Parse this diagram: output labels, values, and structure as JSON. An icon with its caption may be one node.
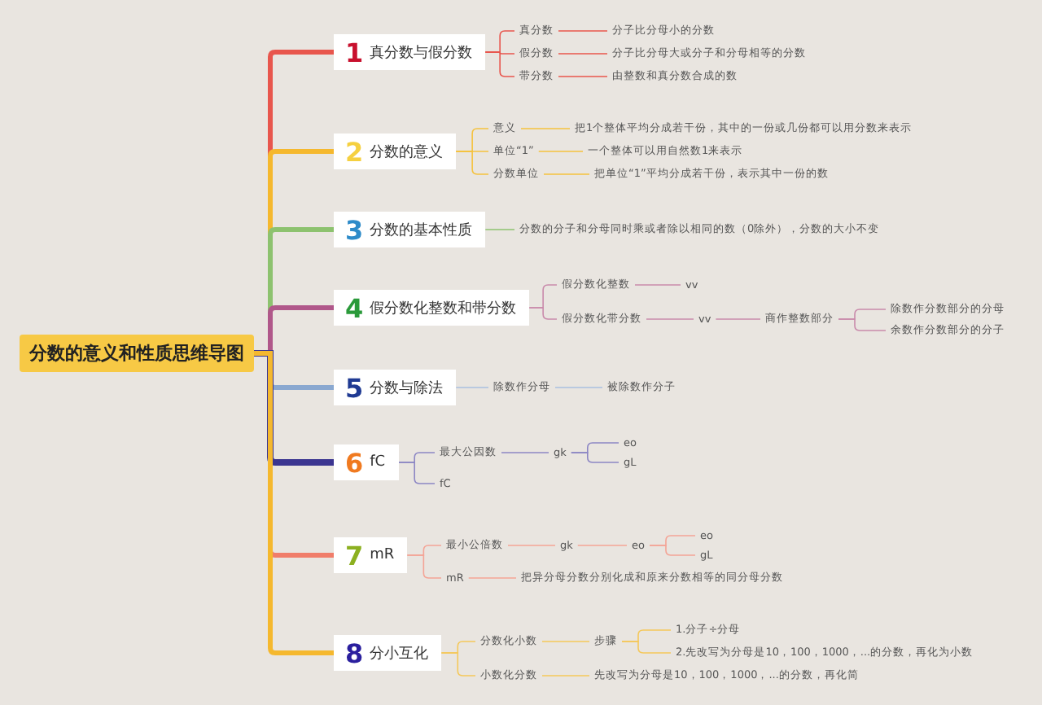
{
  "diagram": {
    "nodes": [
      {
        "text": [
          "分数的意义和性质思维导图"
        ]
      },
      {
        "text": [
          "1",
          "真分数与假分数"
        ]
      },
      {
        "text": [
          "真分数"
        ]
      },
      {
        "text": [
          "假分数"
        ]
      },
      {
        "text": [
          "带分数"
        ]
      },
      {
        "text": [
          "分子比分母小的分数"
        ]
      },
      {
        "text": [
          "分子比分母大或分子和分母相等的分数"
        ]
      },
      {
        "text": [
          "由整数和真分数合成的数"
        ]
      },
      {
        "text": [
          "2",
          "分数的意义"
        ]
      },
      {
        "text": [
          "意义"
        ]
      },
      {
        "text": [
          "单位“1”"
        ]
      },
      {
        "text": [
          "分数单位"
        ]
      },
      {
        "text": [
          "把1个整体平均分成若干份，其中的一份或几份都可以用分数来表示"
        ]
      },
      {
        "text": [
          "一个整体可以用自然数1来表示"
        ]
      },
      {
        "text": [
          "把单位“1”平均分成若干份，表示其中一份的数"
        ]
      },
      {
        "text": [
          "3",
          "分数的基本性质"
        ]
      },
      {
        "text": [
          "分数的分子和分母同时乘或者除以相同的数（0除外），分数的大小不变"
        ]
      },
      {
        "text": [
          "4",
          "假分数化整数和带分数"
        ]
      },
      {
        "text": [
          "假分数化整数"
        ]
      },
      {
        "text": [
          "vv"
        ]
      },
      {
        "text": [
          "假分数化带分数"
        ]
      },
      {
        "text": [
          "vv"
        ]
      },
      {
        "text": [
          "商作整数部分"
        ]
      },
      {
        "text": [
          "除数作分数部分的分母"
        ]
      },
      {
        "text": [
          "余数作分数部分的分子"
        ]
      },
      {
        "text": [
          "5",
          "分数与除法"
        ]
      },
      {
        "text": [
          "除数作分母"
        ]
      },
      {
        "text": [
          "被除数作分子"
        ]
      },
      {
        "text": [
          "6",
          "fC"
        ]
      },
      {
        "text": [
          "最大公因数"
        ]
      },
      {
        "text": [
          "gk"
        ]
      },
      {
        "text": [
          "eo"
        ]
      },
      {
        "text": [
          "gL"
        ]
      },
      {
        "text": [
          "fC"
        ]
      },
      {
        "text": [
          "7",
          "mR"
        ]
      },
      {
        "text": [
          "最小公倍数"
        ]
      },
      {
        "text": [
          "gk"
        ]
      },
      {
        "text": [
          "eo"
        ]
      },
      {
        "text": [
          "eo"
        ]
      },
      {
        "text": [
          "gL"
        ]
      },
      {
        "text": [
          "mR"
        ]
      },
      {
        "text": [
          "把异分母分数分别化成和原来分数相等的同分母分数"
        ]
      },
      {
        "text": [
          "8",
          "分小互化"
        ]
      },
      {
        "text": [
          "分数化小数"
        ]
      },
      {
        "text": [
          "步骤"
        ]
      },
      {
        "text": [
          "1.分子÷分母"
        ]
      },
      {
        "text": [
          "2.先改写为分母是10，100，1000，...的分数，再化为小数"
        ]
      },
      {
        "text": [
          "小数化分数"
        ]
      },
      {
        "text": [
          "先改写为分母是10，100，1000，...的分数，再化简"
        ]
      }
    ],
    "edges": [
      {
        "from": 0,
        "to": 1,
        "arrow": "none",
        "style": "thick",
        "color": "#e8564d"
      },
      {
        "from": 0,
        "to": 8,
        "arrow": "none",
        "style": "thick",
        "color": "#f5b82e"
      },
      {
        "from": 0,
        "to": 15,
        "arrow": "none",
        "style": "thick",
        "color": "#8dc26f"
      },
      {
        "from": 0,
        "to": 17,
        "arrow": "none",
        "style": "thick",
        "color": "#b0578a"
      },
      {
        "from": 0,
        "to": 25,
        "arrow": "none",
        "style": "thick",
        "color": "#8aa8d0"
      },
      {
        "from": 0,
        "to": 28,
        "arrow": "none",
        "style": "thick",
        "color": "#3b3590"
      },
      {
        "from": 0,
        "to": 34,
        "arrow": "none",
        "style": "thick",
        "color": "#f07d6a"
      },
      {
        "from": 0,
        "to": 42,
        "arrow": "none",
        "style": "thick",
        "color": "#f5b82e"
      },
      {
        "from": 1,
        "to": 2,
        "arrow": "none",
        "color": "#e8564d"
      },
      {
        "from": 1,
        "to": 3,
        "arrow": "none",
        "color": "#e8564d"
      },
      {
        "from": 1,
        "to": 4,
        "arrow": "none",
        "color": "#e8564d"
      },
      {
        "from": 2,
        "to": 5,
        "arrow": "none",
        "color": "#e8564d"
      },
      {
        "from": 3,
        "to": 6,
        "arrow": "none",
        "color": "#e8564d"
      },
      {
        "from": 4,
        "to": 7,
        "arrow": "none",
        "color": "#e8564d"
      },
      {
        "from": 8,
        "to": 9,
        "arrow": "none",
        "color": "#f5c23e"
      },
      {
        "from": 8,
        "to": 10,
        "arrow": "none",
        "color": "#f5c23e"
      },
      {
        "from": 8,
        "to": 11,
        "arrow": "none",
        "color": "#f5c23e"
      },
      {
        "from": 9,
        "to": 12,
        "arrow": "none",
        "color": "#f5c23e"
      },
      {
        "from": 10,
        "to": 13,
        "arrow": "none",
        "color": "#f5c23e"
      },
      {
        "from": 11,
        "to": 14,
        "arrow": "none",
        "color": "#f5c23e"
      },
      {
        "from": 15,
        "to": 16,
        "arrow": "none",
        "color": "#8dc26f"
      },
      {
        "from": 17,
        "to": 18,
        "arrow": "none",
        "color": "#c98aab"
      },
      {
        "from": 17,
        "to": 20,
        "arrow": "none",
        "color": "#c98aab"
      },
      {
        "from": 18,
        "to": 19,
        "arrow": "none",
        "color": "#c98aab"
      },
      {
        "from": 20,
        "to": 21,
        "arrow": "none",
        "color": "#c98aab"
      },
      {
        "from": 21,
        "to": 22,
        "arrow": "none",
        "color": "#c98aab"
      },
      {
        "from": 22,
        "to": 23,
        "arrow": "none",
        "color": "#c98aab"
      },
      {
        "from": 22,
        "to": 24,
        "arrow": "none",
        "color": "#c98aab"
      },
      {
        "from": 25,
        "to": 26,
        "arrow": "none",
        "color": "#a9bfe0"
      },
      {
        "from": 26,
        "to": 27,
        "arrow": "none",
        "color": "#a9bfe0"
      },
      {
        "from": 28,
        "to": 29,
        "arrow": "none",
        "color": "#8c86c4"
      },
      {
        "from": 28,
        "to": 33,
        "arrow": "none",
        "color": "#8c86c4"
      },
      {
        "from": 29,
        "to": 30,
        "arrow": "none",
        "color": "#8c86c4"
      },
      {
        "from": 30,
        "to": 31,
        "arrow": "none",
        "color": "#8c86c4"
      },
      {
        "from": 30,
        "to": 32,
        "arrow": "none",
        "color": "#8c86c4"
      },
      {
        "from": 34,
        "to": 35,
        "arrow": "none",
        "color": "#f4a496"
      },
      {
        "from": 34,
        "to": 40,
        "arrow": "none",
        "color": "#f4a496"
      },
      {
        "from": 35,
        "to": 36,
        "arrow": "none",
        "color": "#f4a496"
      },
      {
        "from": 36,
        "to": 37,
        "arrow": "none",
        "color": "#f4a496"
      },
      {
        "from": 37,
        "to": 38,
        "arrow": "none",
        "color": "#f4a496"
      },
      {
        "from": 37,
        "to": 39,
        "arrow": "none",
        "color": "#f4a496"
      },
      {
        "from": 40,
        "to": 41,
        "arrow": "none",
        "color": "#f4a496"
      },
      {
        "from": 42,
        "to": 43,
        "arrow": "none",
        "color": "#f5c85a"
      },
      {
        "from": 42,
        "to": 47,
        "arrow": "none",
        "color": "#f5c85a"
      },
      {
        "from": 43,
        "to": 44,
        "arrow": "none",
        "color": "#f5c85a"
      },
      {
        "from": 44,
        "to": 45,
        "arrow": "none",
        "color": "#f5c85a"
      },
      {
        "from": 44,
        "to": 46,
        "arrow": "none",
        "color": "#f5c85a"
      },
      {
        "from": 47,
        "to": 48,
        "arrow": "none",
        "color": "#f5c85a"
      }
    ]
  }
}
